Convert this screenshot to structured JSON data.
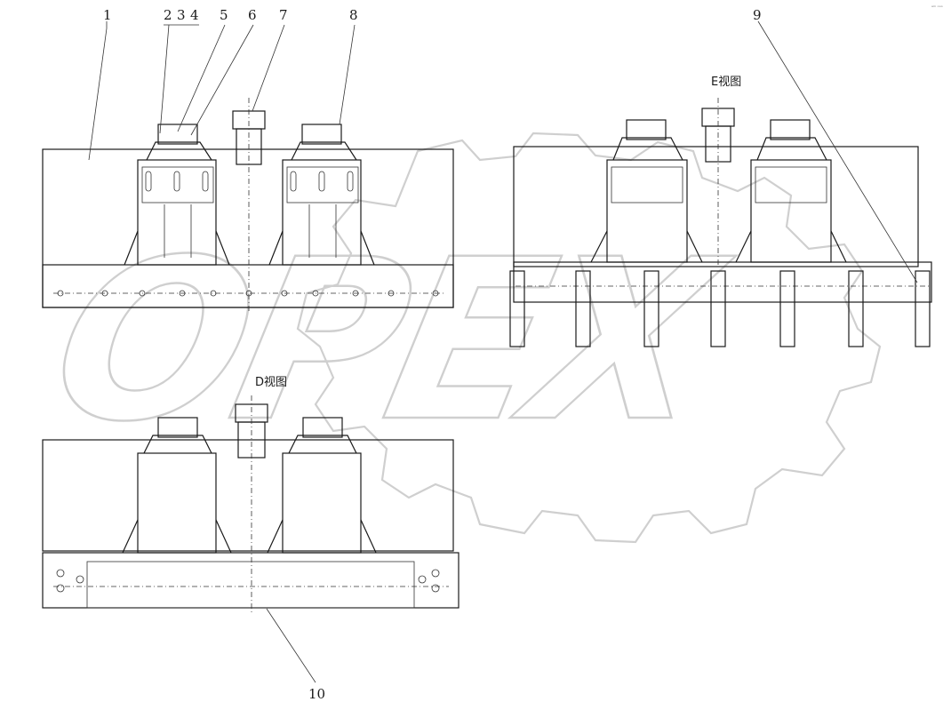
{
  "drawing": {
    "corner_mark": "ᵃᵐ ᵒᵒᵒ",
    "watermark": "OPEX",
    "view_labels": {
      "top_right": "E视图",
      "bottom_left": "D视图"
    },
    "callouts": [
      "1",
      "2",
      "3",
      "4",
      "5",
      "6",
      "7",
      "8",
      "9",
      "10"
    ]
  }
}
